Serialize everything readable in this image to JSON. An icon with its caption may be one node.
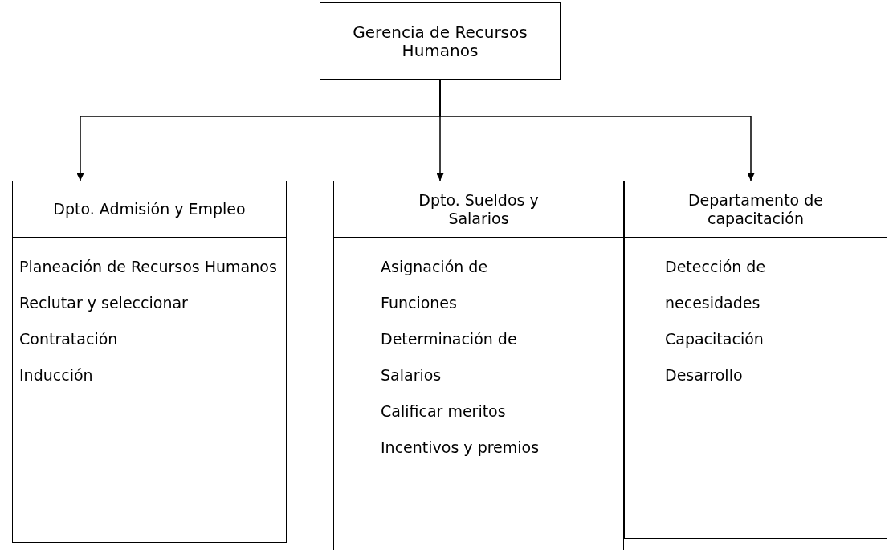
{
  "diagram": {
    "nodes": [
      {
        "text": [
          "Gerencia de Recursos Humanos"
        ]
      },
      {
        "text": [
          "Dpto. Admisión y Empleo",
          "Planeación de Recursos Humanos",
          "Reclutar y seleccionar",
          "Contratación",
          "Inducción"
        ]
      },
      {
        "text": [
          "Dpto. Sueldos y Salarios",
          "Asignación de Funciones",
          "Determinación de Salarios",
          "Calificar meritos",
          "Incentivos y premios"
        ]
      },
      {
        "text": [
          "Departamento de capacitación",
          "Detección de necesidades",
          "Capacitación",
          "Desarrollo"
        ]
      }
    ],
    "edges": [
      {
        "from": 0,
        "to": 1,
        "arrow": "to"
      },
      {
        "from": 0,
        "to": 2,
        "arrow": "to"
      },
      {
        "from": 0,
        "to": 3,
        "arrow": "to"
      }
    ]
  }
}
